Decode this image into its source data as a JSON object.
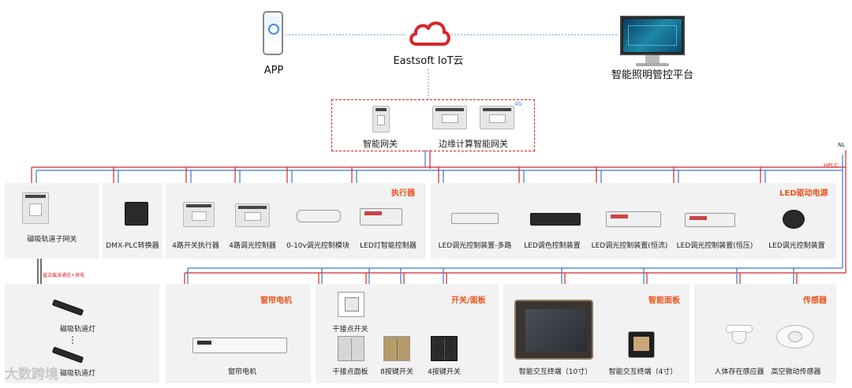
{
  "top": {
    "app_label": "APP",
    "cloud_label": "Eastsoft IoT云",
    "platform_label": "智能照明管控平台",
    "cloud_color": "#d9252a"
  },
  "gateways": {
    "smart_gateway": "智能网关",
    "edge_gateway": "边缘计算智能网关",
    "badge_4g": "4G"
  },
  "bus": {
    "nl": "NL",
    "hplc": "HPLC",
    "dc_note": "直流载波通信+供电",
    "live_color": "#d9252a",
    "neutral_color": "#3a78c9"
  },
  "row1": {
    "category_actuator": "执行器",
    "category_led_driver": "LED驱动电源",
    "items": [
      "磁吸轨道子网关",
      "DMX-PLC转换器",
      "4路开关执行器",
      "4路调光控制器",
      "0-10v调光控制模块",
      "LED灯智能控制器",
      "LED调光控制装置-多路",
      "LED调色控制装置",
      "LED调光控制装置(恒流)",
      "LED调光控制装置(恒压)",
      "LED调光控制装置"
    ]
  },
  "row2": {
    "track_light_1": "磁吸轨道灯",
    "track_light_2": "磁吸轨道灯",
    "dots": "⋮",
    "category_curtain": "窗帘电机",
    "curtain_motor": "窗帘电机",
    "category_switch": "开关/面板",
    "dry_contact_switch": "干接点开关",
    "dry_contact_panel": "干接点面板",
    "key8": "8按键开关",
    "key4": "4按键开关",
    "category_smart_panel": "智能面板",
    "terminal10": "智能交互终端（10寸）",
    "terminal4": "智能交互终端（4寸）",
    "category_sensor": "传感器",
    "human_sensor": "人体存在感应器",
    "microwave_sensor": "高空微动传感器"
  },
  "watermark": "大数跨境"
}
